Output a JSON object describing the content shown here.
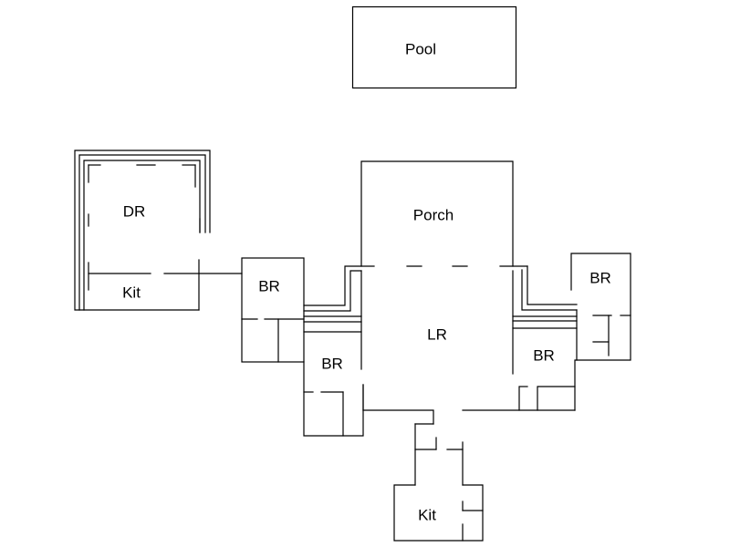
{
  "floor_plan": {
    "rooms": {
      "pool": "Pool",
      "dining_room": "DR",
      "kitchen_west": "Kit",
      "porch": "Porch",
      "living_room": "LR",
      "bedroom_west_upper": "BR",
      "bedroom_west_lower": "BR",
      "bedroom_east_upper": "BR",
      "bedroom_east_lower": "BR",
      "kitchen_south": "Kit"
    },
    "colors": {
      "line": "#000000",
      "background": "#ffffff"
    }
  }
}
